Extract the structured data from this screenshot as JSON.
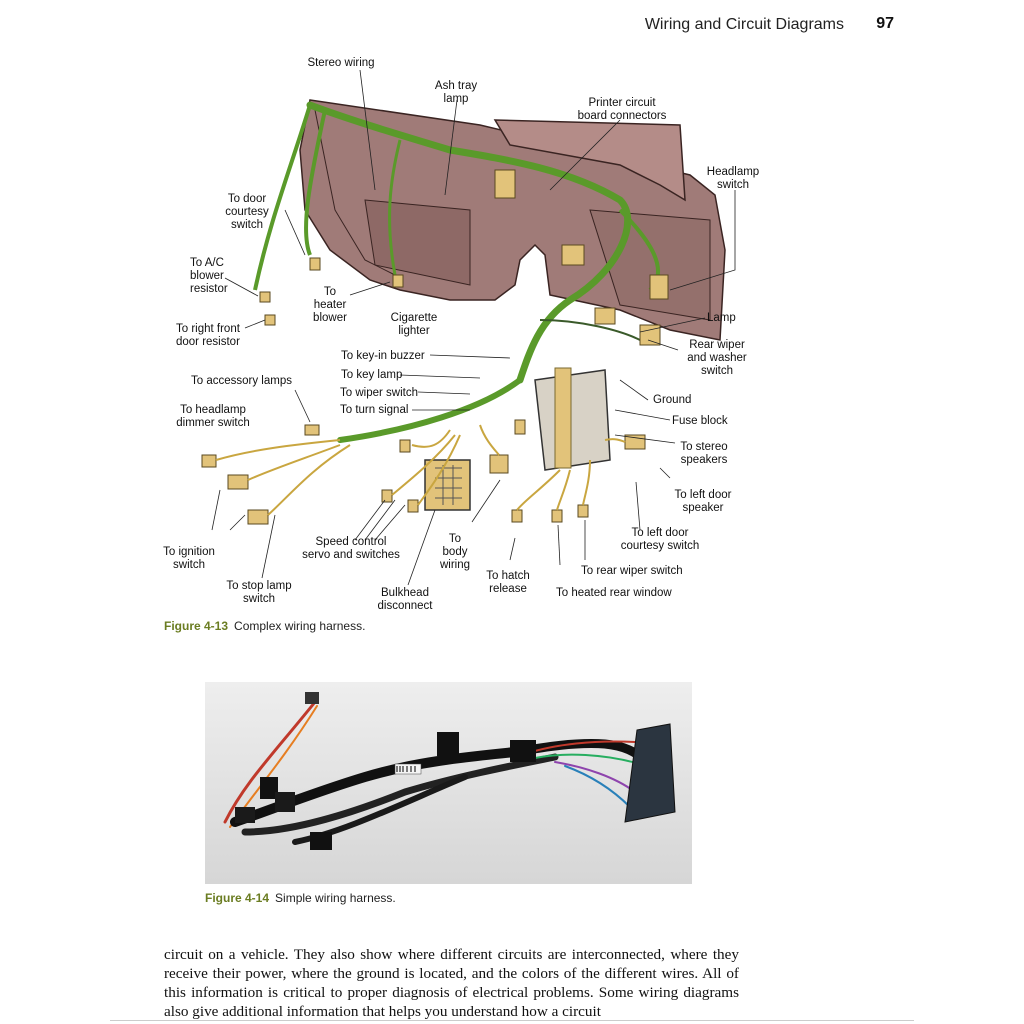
{
  "header": {
    "title": "Wiring and Circuit Diagrams",
    "page_number": "97"
  },
  "figure_13": {
    "caption_number": "Figure 4-13",
    "caption_text": "Complex wiring harness.",
    "labels": {
      "stereo_wiring": "Stereo wiring",
      "ash_tray_lamp": "Ash tray\nlamp",
      "printer_circuit": "Printer circuit\nboard connectors",
      "headlamp_switch": "Headlamp\nswitch",
      "door_courtesy": "To door\ncourtesy\nswitch",
      "ac_blower": "To A/C\nblower\nresistor",
      "heater_blower": "To\nheater\nblower",
      "cigarette_lighter": "Cigarette\nlighter",
      "right_front_door": "To right front\ndoor resistor",
      "lamp": "Lamp",
      "rear_wiper_washer": "Rear wiper\nand washer\nswitch",
      "key_in_buzzer": "To key-in buzzer",
      "key_lamp": "To key lamp",
      "wiper_switch": "To wiper switch",
      "turn_signal": "To turn signal",
      "accessory_lamps": "To accessory lamps",
      "ground": "Ground",
      "fuse_block": "Fuse block",
      "headlamp_dimmer": "To headlamp\ndimmer switch",
      "stereo_speakers": "To stereo\nspeakers",
      "left_door_speaker": "To left door\nspeaker",
      "left_door_courtesy": "To left door\ncourtesy switch",
      "ignition_switch": "To ignition\nswitch",
      "speed_control": "Speed control\nservo and switches",
      "body_wiring": "To\nbody\nwiring",
      "rear_wiper_switch": "To rear wiper switch",
      "stop_lamp_switch": "To stop lamp\nswitch",
      "bulkhead": "Bulkhead\ndisconnect",
      "hatch_release": "To hatch\nrelease",
      "heated_rear_window": "To heated rear window"
    }
  },
  "figure_14": {
    "caption_number": "Figure 4-14",
    "caption_text": "Simple wiring harness."
  },
  "body_text": "circuit on a vehicle. They also show where different circuits are interconnected, where they receive their power, where the ground is located, and the colors of the different wires. All of this information is critical to proper diagnosis of electrical problems. Some wiring diagrams also give additional information that helps you understand how a circuit",
  "colors": {
    "caption_accent": "#6b7d22",
    "harness_green": "#5a9a2a",
    "dash_body": "#a07b78",
    "connector_tan": "#e2c37a"
  }
}
